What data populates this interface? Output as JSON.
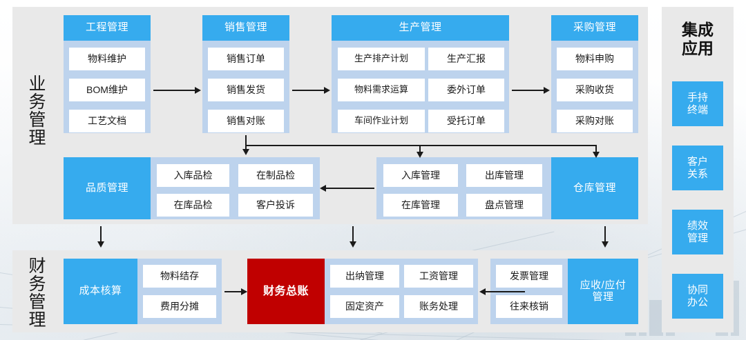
{
  "diagram": {
    "title_hidden": "",
    "colors": {
      "primary_blue": "#36abee",
      "light_blue": "#bdd3ed",
      "red": "#c00000",
      "panel_gray": "#e9e9e9",
      "cell_white": "#ffffff",
      "text_dark": "#1a1a1a"
    },
    "sections": [
      {
        "id": "business",
        "label": "业务管理"
      },
      {
        "id": "finance",
        "label": "财务管理"
      }
    ],
    "groups": [
      {
        "id": "engineering",
        "header": "工程管理",
        "items": [
          "物料维护",
          "BOM维护",
          "工艺文档"
        ]
      },
      {
        "id": "sales",
        "header": "销售管理",
        "items": [
          "销售订单",
          "销售发货",
          "销售对账"
        ]
      },
      {
        "id": "production",
        "header": "生产管理",
        "items": [
          "生产排产计划",
          "生产汇报",
          "物料需求运算",
          "委外订单",
          "车间作业计划",
          "受托订单"
        ]
      },
      {
        "id": "purchasing",
        "header": "采购管理",
        "items": [
          "物料申购",
          "采购收货",
          "采购对账"
        ]
      },
      {
        "id": "quality",
        "header": "品质管理",
        "items": [
          "入库品检",
          "在制品检",
          "在库品检",
          "客户投诉"
        ]
      },
      {
        "id": "warehouse",
        "header": "仓库管理",
        "items": [
          "入库管理",
          "出库管理",
          "在库管理",
          "盘点管理"
        ]
      },
      {
        "id": "cost",
        "header": "成本核算",
        "items": [
          "物料结存",
          "费用分摊"
        ]
      },
      {
        "id": "ledger",
        "header": "财务总账",
        "items": [
          "出纳管理",
          "工资管理",
          "固定资产",
          "账务处理"
        ]
      },
      {
        "id": "ar-ap",
        "header": "应收/应付管理",
        "items": [
          "发票管理",
          "往来核销"
        ]
      }
    ],
    "rail": {
      "title": "集成应用",
      "items": [
        "手持终端",
        "客户关系",
        "绩效管理",
        "协同办公"
      ]
    }
  }
}
